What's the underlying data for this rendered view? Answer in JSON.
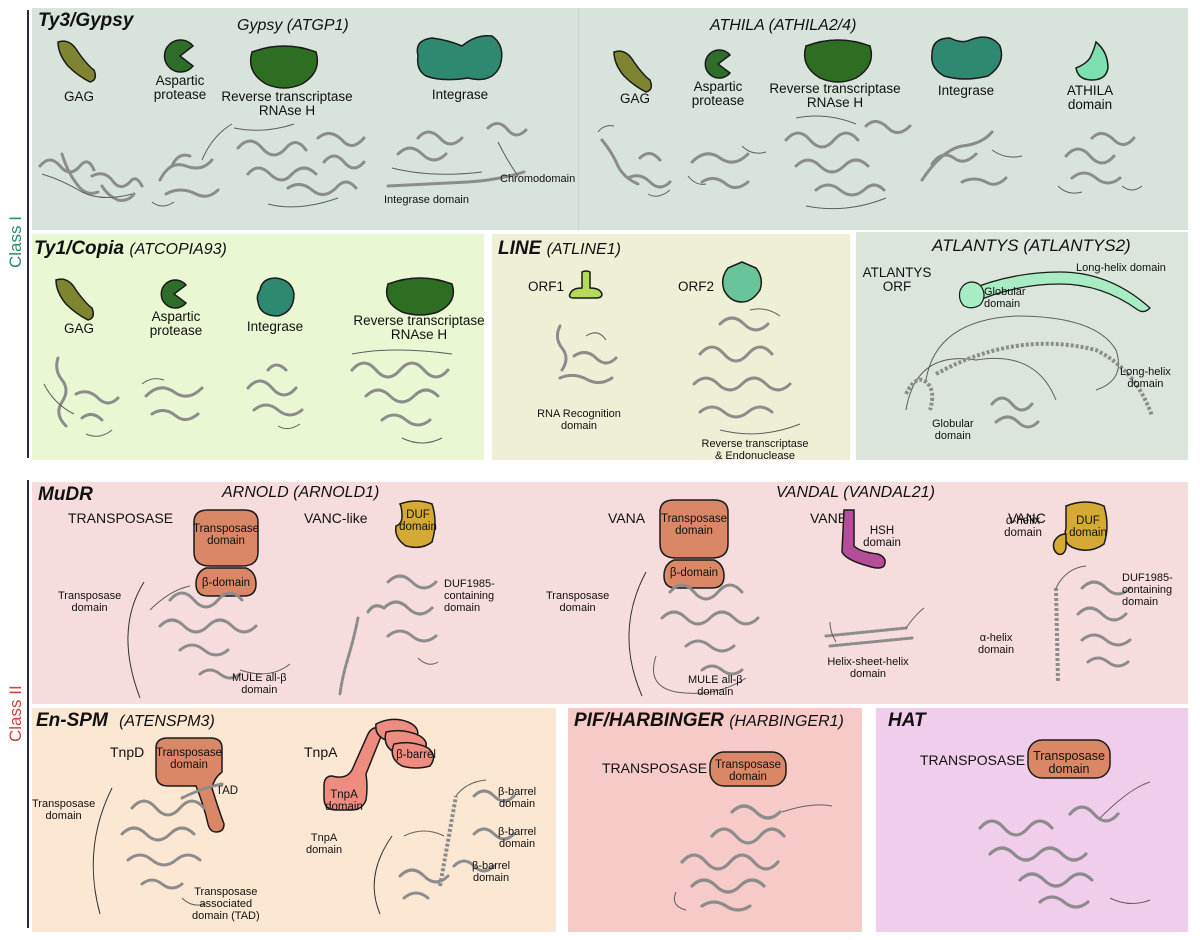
{
  "classes": [
    {
      "label": "Class I",
      "color": "#2e8b66"
    },
    {
      "label": "Class II",
      "color": "#d24040"
    }
  ],
  "colors": {
    "ty3_bg": "#d8e4db",
    "copia_bg": "#e9f7d2",
    "line_bg": "#eef0d6",
    "atlantys_bg": "#dbe5dc",
    "mudr_bg": "#f6dcdc",
    "enspm_bg": "#fbe7d2",
    "pif_bg": "#f5cac7",
    "hat_bg": "#f1cdec",
    "gag": "#7e8430",
    "protease": "#2f6e2a",
    "rt": "#2e6e22",
    "integrase": "#2f8870",
    "athila_domain": "#7ddfae",
    "orf1": "#b5d95a",
    "orf2": "#69c49a",
    "transposase": "#d98766",
    "duf": "#d4aa35",
    "hsh": "#b44e98",
    "tnpa": "#ef8c80"
  },
  "ty3": {
    "family": "Ty3/Gypsy",
    "gypsy_subtitle": "Gypsy (ATGP1)",
    "athila_subtitle": "ATHILA (ATHILA2/4)",
    "gypsy_labels": {
      "gag": "GAG",
      "protease": "Aspartic\nprotease",
      "rt": "Reverse transcriptase\nRNAse H",
      "integrase": "Integrase"
    },
    "gypsy_annotations": {
      "chromodomain": "Chromodomain",
      "integrase_domain": "Integrase domain"
    },
    "athila_labels": {
      "gag": "GAG",
      "protease": "Aspartic\nprotease",
      "rt": "Reverse transcriptase\nRNAse H",
      "integrase": "Integrase",
      "athila_domain": "ATHILA\ndomain"
    }
  },
  "copia": {
    "family": "Ty1/Copia",
    "subtitle": "(ATCOPIA93)",
    "labels": {
      "gag": "GAG",
      "protease": "Aspartic\nprotease",
      "integrase": "Integrase",
      "rt": "Reverse transcriptase\nRNAse H"
    }
  },
  "line": {
    "family": "LINE",
    "subtitle": "(ATLINE1)",
    "labels": {
      "orf1": "ORF1",
      "orf2": "ORF2"
    },
    "annotations": {
      "rrm": "RNA Recognition\ndomain",
      "rt_endo": "Reverse transcriptase\n& Endonuclease"
    }
  },
  "atlantys": {
    "title": "ATLANTYS (ATLANTYS2)",
    "orf_label": "ATLANTYS\nORF",
    "icon_labels": {
      "long_helix": "Long-helix domain",
      "globular": "Globular\ndomain"
    },
    "annotations": {
      "long_helix": "Long-helix\ndomain",
      "globular": "Globular\ndomain"
    }
  },
  "mudr": {
    "family": "MuDR",
    "arnold_subtitle": "ARNOLD (ARNOLD1)",
    "vandal_subtitle": "VANDAL (VANDAL21)",
    "arnold": {
      "transposase_label": "TRANSPOSASE",
      "vanc_like_label": "VANC-like",
      "icon_transposase": "Transposase\ndomain",
      "icon_beta": "β-domain",
      "icon_duf": "DUF\ndomain",
      "ann_transposase": "Transposase\ndomain",
      "ann_mule": "MULE all-β\ndomain",
      "ann_duf": "DUF1985-\ncontaining\ndomain"
    },
    "vandal": {
      "vana_label": "VANA",
      "vanb_label": "VANB",
      "vanc_label": "VANC",
      "icon_transposase": "Transposase\ndomain",
      "icon_beta": "β-domain",
      "icon_hsh": "HSH\ndomain",
      "icon_alpha": "α-helix\ndomain",
      "icon_duf": "DUF\ndomain",
      "ann_transposase": "Transposase\ndomain",
      "ann_mule": "MULE all-β\ndomain",
      "ann_hsh": "Helix-sheet-helix\ndomain",
      "ann_alpha": "α-helix\ndomain",
      "ann_duf": "DUF1985-\ncontaining\ndomain"
    }
  },
  "enspm": {
    "family": "En-SPM",
    "subtitle": "(ATENSPM3)",
    "tnpd_label": "TnpD",
    "tnpa_label": "TnpA",
    "icon_transposase": "Transposase\ndomain",
    "icon_tad": "TAD",
    "icon_tnpa": "TnpA\ndomain",
    "icon_bbarrel": "β-barrel",
    "annotations": {
      "transposase": "Transposase\ndomain",
      "tad": "Transposase\nassociated\ndomain (TAD)",
      "tnpa": "TnpA\ndomain",
      "bb1": "β-barrel\ndomain",
      "bb2": "β-barrel\ndomain",
      "bb3": "β-barrel\ndomain"
    }
  },
  "pif": {
    "family": "PIF/HARBINGER",
    "subtitle": "(HARBINGER1)",
    "transposase_label": "TRANSPOSASE",
    "icon_transposase": "Transposase\ndomain"
  },
  "hat": {
    "family": "HAT",
    "transposase_label": "TRANSPOSASE",
    "icon_transposase": "Transposase\ndomain"
  }
}
